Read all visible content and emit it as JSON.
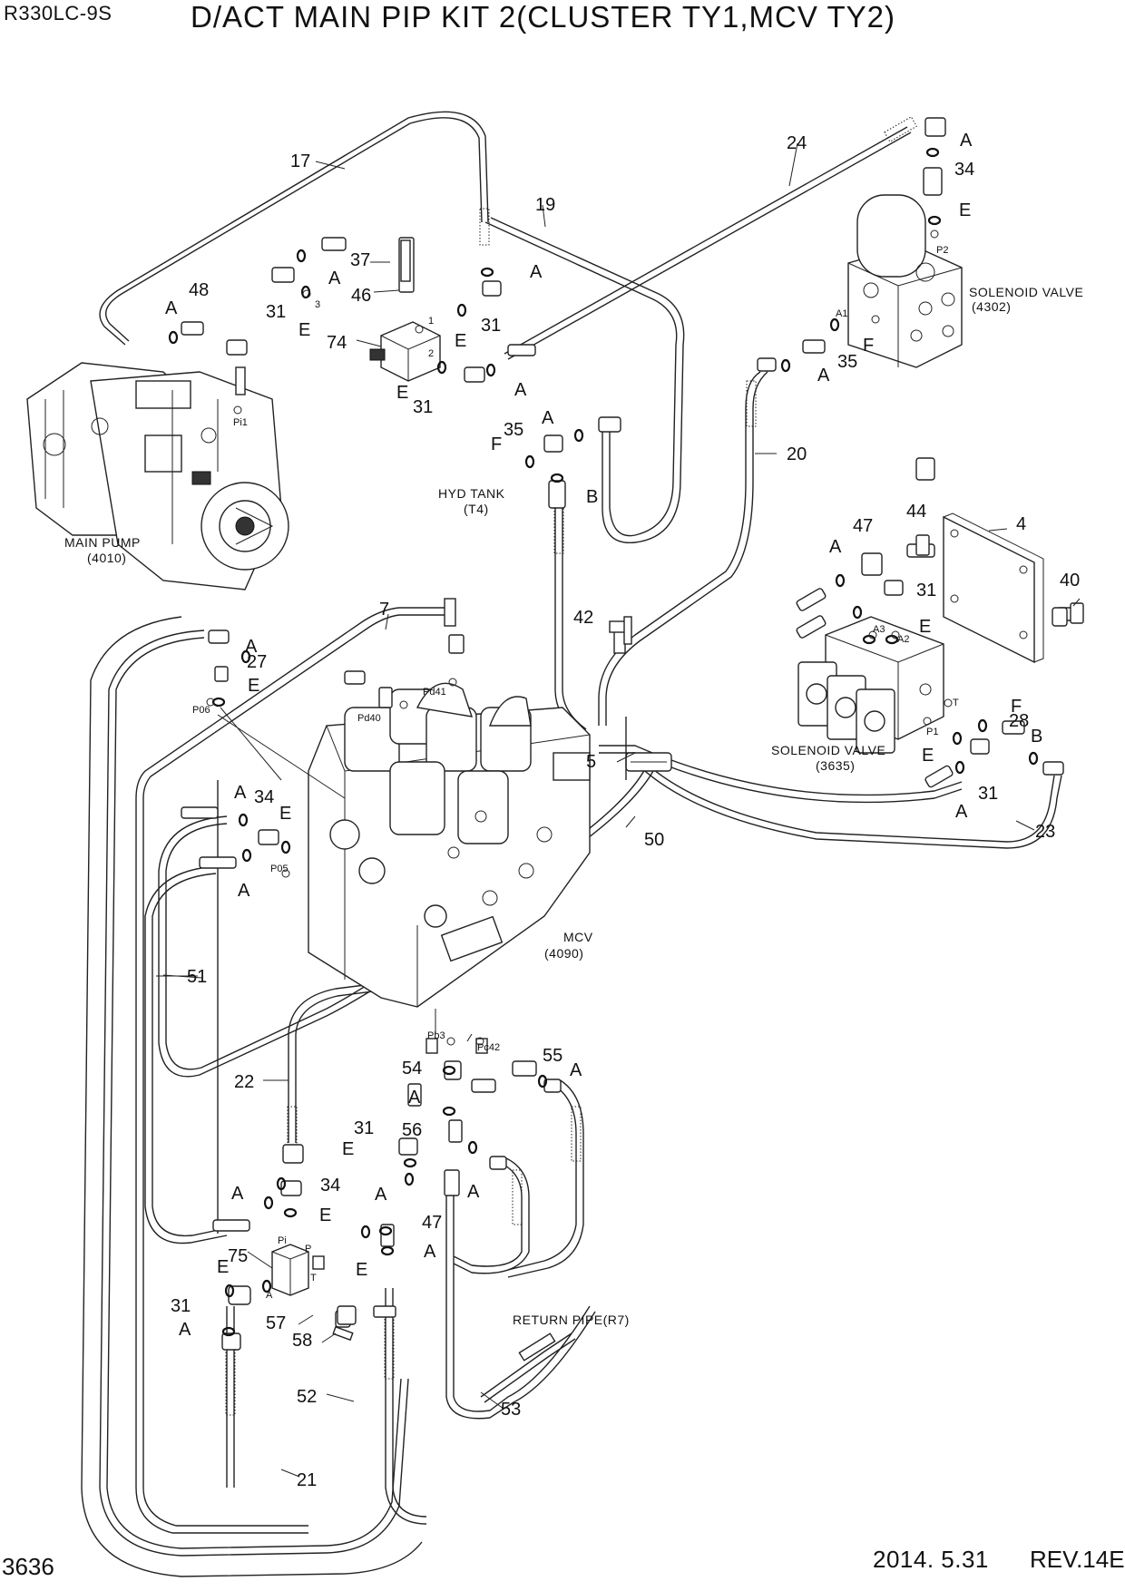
{
  "header": {
    "model": "R330LC-9S",
    "title": "D/ACT MAIN PIP KIT 2(CLUSTER TY1,MCV TY2)"
  },
  "footer": {
    "page_number": "3636",
    "date": "2014. 5.31",
    "revision": "REV.14E"
  },
  "components": {
    "main_pump": [
      "MAIN PUMP",
      "(4010)"
    ],
    "mcv": [
      "MCV",
      "(4090)"
    ],
    "solenoid_4302": [
      "SOLENOID VALVE",
      "(4302)"
    ],
    "solenoid_3635": [
      "SOLENOID VALVE",
      "(3635)"
    ],
    "hyd_tank": [
      "HYD TANK",
      "(T4)"
    ],
    "return_pipe": "RETURN PIPE(R7)"
  },
  "ports": {
    "pi1": "Pi1",
    "p06": "P06",
    "p05": "P05",
    "pd40": "Pd40",
    "pd41": "Pd41",
    "pb3": "Pb3",
    "pc42": "Pc42",
    "p2": "P2",
    "a1": "A1",
    "a2": "A2",
    "a3": "A3",
    "t": "T",
    "p1": "P1",
    "pi": "Pi",
    "p": "P",
    "a": "A",
    "n1": "1",
    "n2": "2",
    "n3": "3"
  },
  "part_numbers": [
    "4",
    "5",
    "7",
    "17",
    "19",
    "20",
    "21",
    "22",
    "23",
    "24",
    "27",
    "28",
    "31",
    "34",
    "35",
    "37",
    "40",
    "42",
    "44",
    "46",
    "47",
    "48",
    "50",
    "51",
    "52",
    "53",
    "54",
    "55",
    "56",
    "57",
    "58",
    "74",
    "75"
  ],
  "seal_letters": [
    "A",
    "B",
    "E",
    "F"
  ]
}
